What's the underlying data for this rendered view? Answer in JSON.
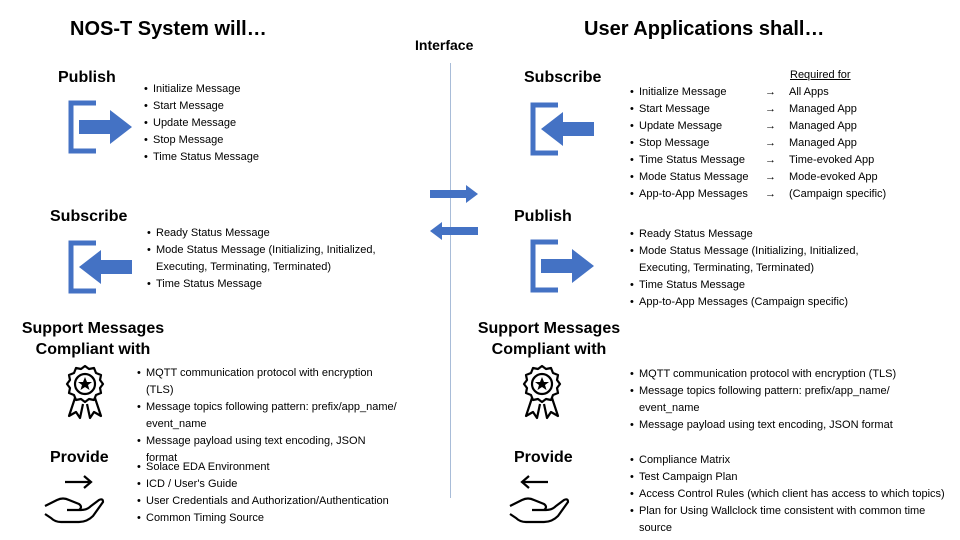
{
  "header": {
    "left_title": "NOS-T System will…",
    "center_title": "Interface",
    "right_title": "User Applications shall…"
  },
  "left": {
    "publish": {
      "title": "Publish",
      "icon": "export-arrow-icon",
      "items": [
        "Initialize Message",
        "Start Message",
        "Update Message",
        "Stop Message",
        "Time Status Message"
      ]
    },
    "subscribe": {
      "title": "Subscribe",
      "icon": "import-arrow-icon",
      "items": [
        "Ready Status Message",
        "Mode Status Message (Initializing, Initialized, Executing, Terminating, Terminated)",
        "Time Status Message"
      ]
    },
    "support": {
      "title_line1": "Support Messages",
      "title_line2": "Compliant with",
      "icon": "award-ribbon-star-icon",
      "items": [
        "MQTT communication protocol with encryption (TLS)",
        "Message topics following pattern: prefix/app_name/ event_name",
        "Message payload using text encoding, JSON format"
      ]
    },
    "provide": {
      "title": "Provide",
      "icon": "give-hand-arrow-right-icon",
      "items": [
        "Solace EDA Environment",
        "ICD / User's Guide",
        "User Credentials and Authorization/Authentication",
        "Common Timing Source"
      ]
    }
  },
  "right": {
    "subscribe": {
      "title": "Subscribe",
      "icon": "import-arrow-icon",
      "required_header": "Required for",
      "arrow_glyph": "→",
      "items": [
        {
          "message": "Initialize Message",
          "required": "All Apps"
        },
        {
          "message": "Start Message",
          "required": "Managed App"
        },
        {
          "message": "Update Message",
          "required": "Managed App"
        },
        {
          "message": "Stop Message",
          "required": "Managed App"
        },
        {
          "message": "Time Status Message",
          "required": "Time-evoked App"
        },
        {
          "message": "Mode Status Message",
          "required": "Mode-evoked App"
        },
        {
          "message": "App-to-App Messages",
          "required": "(Campaign specific)"
        }
      ]
    },
    "publish": {
      "title": "Publish",
      "icon": "export-arrow-icon",
      "items": [
        "Ready Status Message",
        "Mode Status Message (Initializing, Initialized, Executing, Terminating, Terminated)",
        "Time Status Message",
        "App-to-App Messages (Campaign specific)"
      ]
    },
    "support": {
      "title_line1": "Support Messages",
      "title_line2": "Compliant with",
      "icon": "award-ribbon-star-icon",
      "items": [
        "MQTT communication protocol with encryption (TLS)",
        "Message topics following pattern: prefix/app_name/ event_name",
        "Message payload using text encoding, JSON format"
      ]
    },
    "provide": {
      "title": "Provide",
      "icon": "receive-hand-arrow-left-icon",
      "items": [
        "Compliance Matrix",
        "Test Campaign Plan",
        "Access Control Rules (which client has access to which topics)",
        "Plan for Using Wallclock time consistent with common time source"
      ]
    }
  },
  "center": {
    "arrow_right_icon": "flow-arrow-right-icon",
    "arrow_left_icon": "flow-arrow-left-icon"
  },
  "colors": {
    "accent": "#4472C4",
    "divider": "#a8bcd8",
    "text": "#000000"
  }
}
